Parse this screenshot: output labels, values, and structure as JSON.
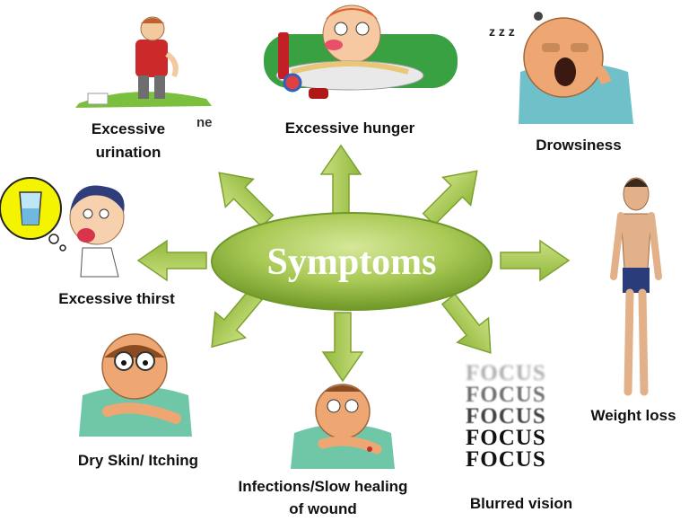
{
  "center": {
    "label": "Symptoms"
  },
  "symptoms": {
    "excessive_urination": {
      "line1": "Excessive",
      "line2": "urination"
    },
    "excessive_hunger": {
      "label": "Excessive hunger"
    },
    "drowsiness": {
      "label": "Drowsiness"
    },
    "excessive_thirst": {
      "label": "Excessive thirst"
    },
    "weight_loss": {
      "label": "Weight loss"
    },
    "dry_skin": {
      "label": "Dry Skin/ Itching"
    },
    "infections": {
      "line1": "Infections/Slow healing",
      "line2": "of wound"
    },
    "blurred_vision": {
      "label": "Blurred vision"
    }
  },
  "stray_text": "ne",
  "focus_chart": [
    "FOCUS",
    "FOCUS",
    "FOCUS",
    "FOCUS",
    "FOCUS"
  ],
  "colors": {
    "arrow_fill": "#a6c84e",
    "arrow_edge": "#7ea22f",
    "ellipse_light": "#c4dc7a",
    "ellipse_dark": "#7aa22c"
  }
}
